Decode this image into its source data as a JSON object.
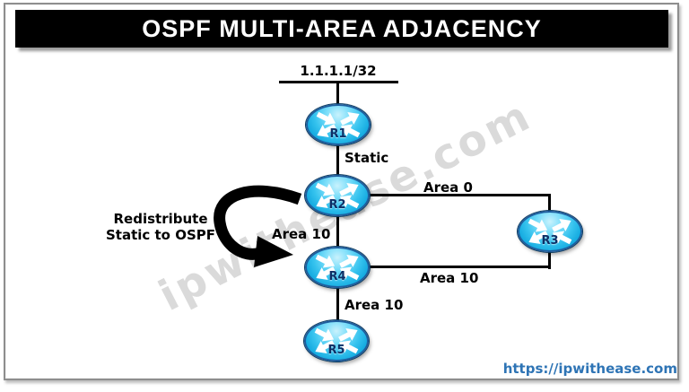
{
  "frame": {
    "title": "OSPF MULTI-AREA ADJACENCY"
  },
  "watermark": {
    "text": "ipwithease.com"
  },
  "footer": {
    "url": "https://ipwithease.com"
  },
  "colors": {
    "title_bg": "#000000",
    "title_fg": "#ffffff",
    "line": "#000000",
    "router_body": "#35c2ee",
    "router_border": "#1e5e9e",
    "router_label": "#0d2f66",
    "url_color": "#2e74b5",
    "watermark_color": "#c3c3c3"
  },
  "diagram": {
    "network_label": "1.1.1.1/32",
    "routers": [
      {
        "id": "r1",
        "label": "R1"
      },
      {
        "id": "r2",
        "label": "R2"
      },
      {
        "id": "r3",
        "label": "R3"
      },
      {
        "id": "r4",
        "label": "R4"
      },
      {
        "id": "r5",
        "label": "R5"
      }
    ],
    "links": {
      "r1_r2": "Static",
      "r2_r3": "Area 0",
      "r2_r4": "Area 10",
      "r4_r3": "Area 10",
      "r4_r5": "Area 10"
    },
    "annotation": {
      "line1": "Redistribute",
      "line2": "Static to OSPF"
    }
  }
}
